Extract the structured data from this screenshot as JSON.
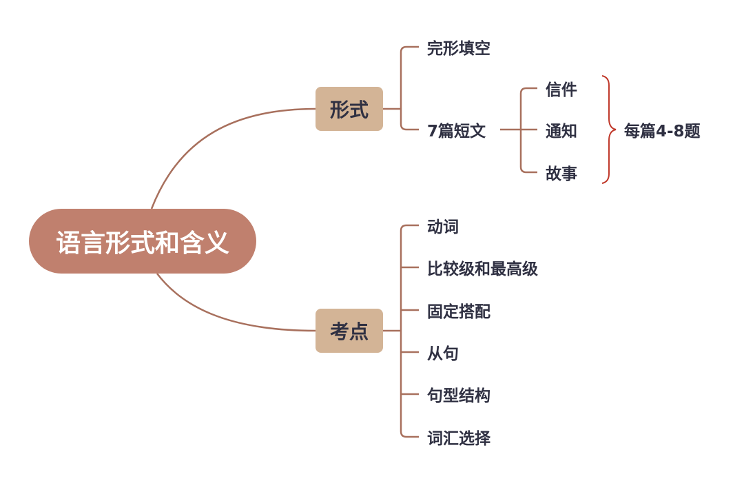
{
  "colors": {
    "root_fill": "#c0806e",
    "branch_fill": "#d3b496",
    "line": "#a8705d",
    "brace": "#c0392b",
    "text": "#2f3042"
  },
  "root": {
    "label": "语言形式和含义"
  },
  "form": {
    "label": "形式",
    "items": [
      "完形填空",
      "7篇短文"
    ],
    "passages": [
      "信件",
      "通知",
      "故事"
    ],
    "per_passage": "每篇4-8题"
  },
  "points": {
    "label": "考点",
    "items": [
      "动词",
      "比较级和最高级",
      "固定搭配",
      "从句",
      "句型结构",
      "词汇选择"
    ]
  }
}
